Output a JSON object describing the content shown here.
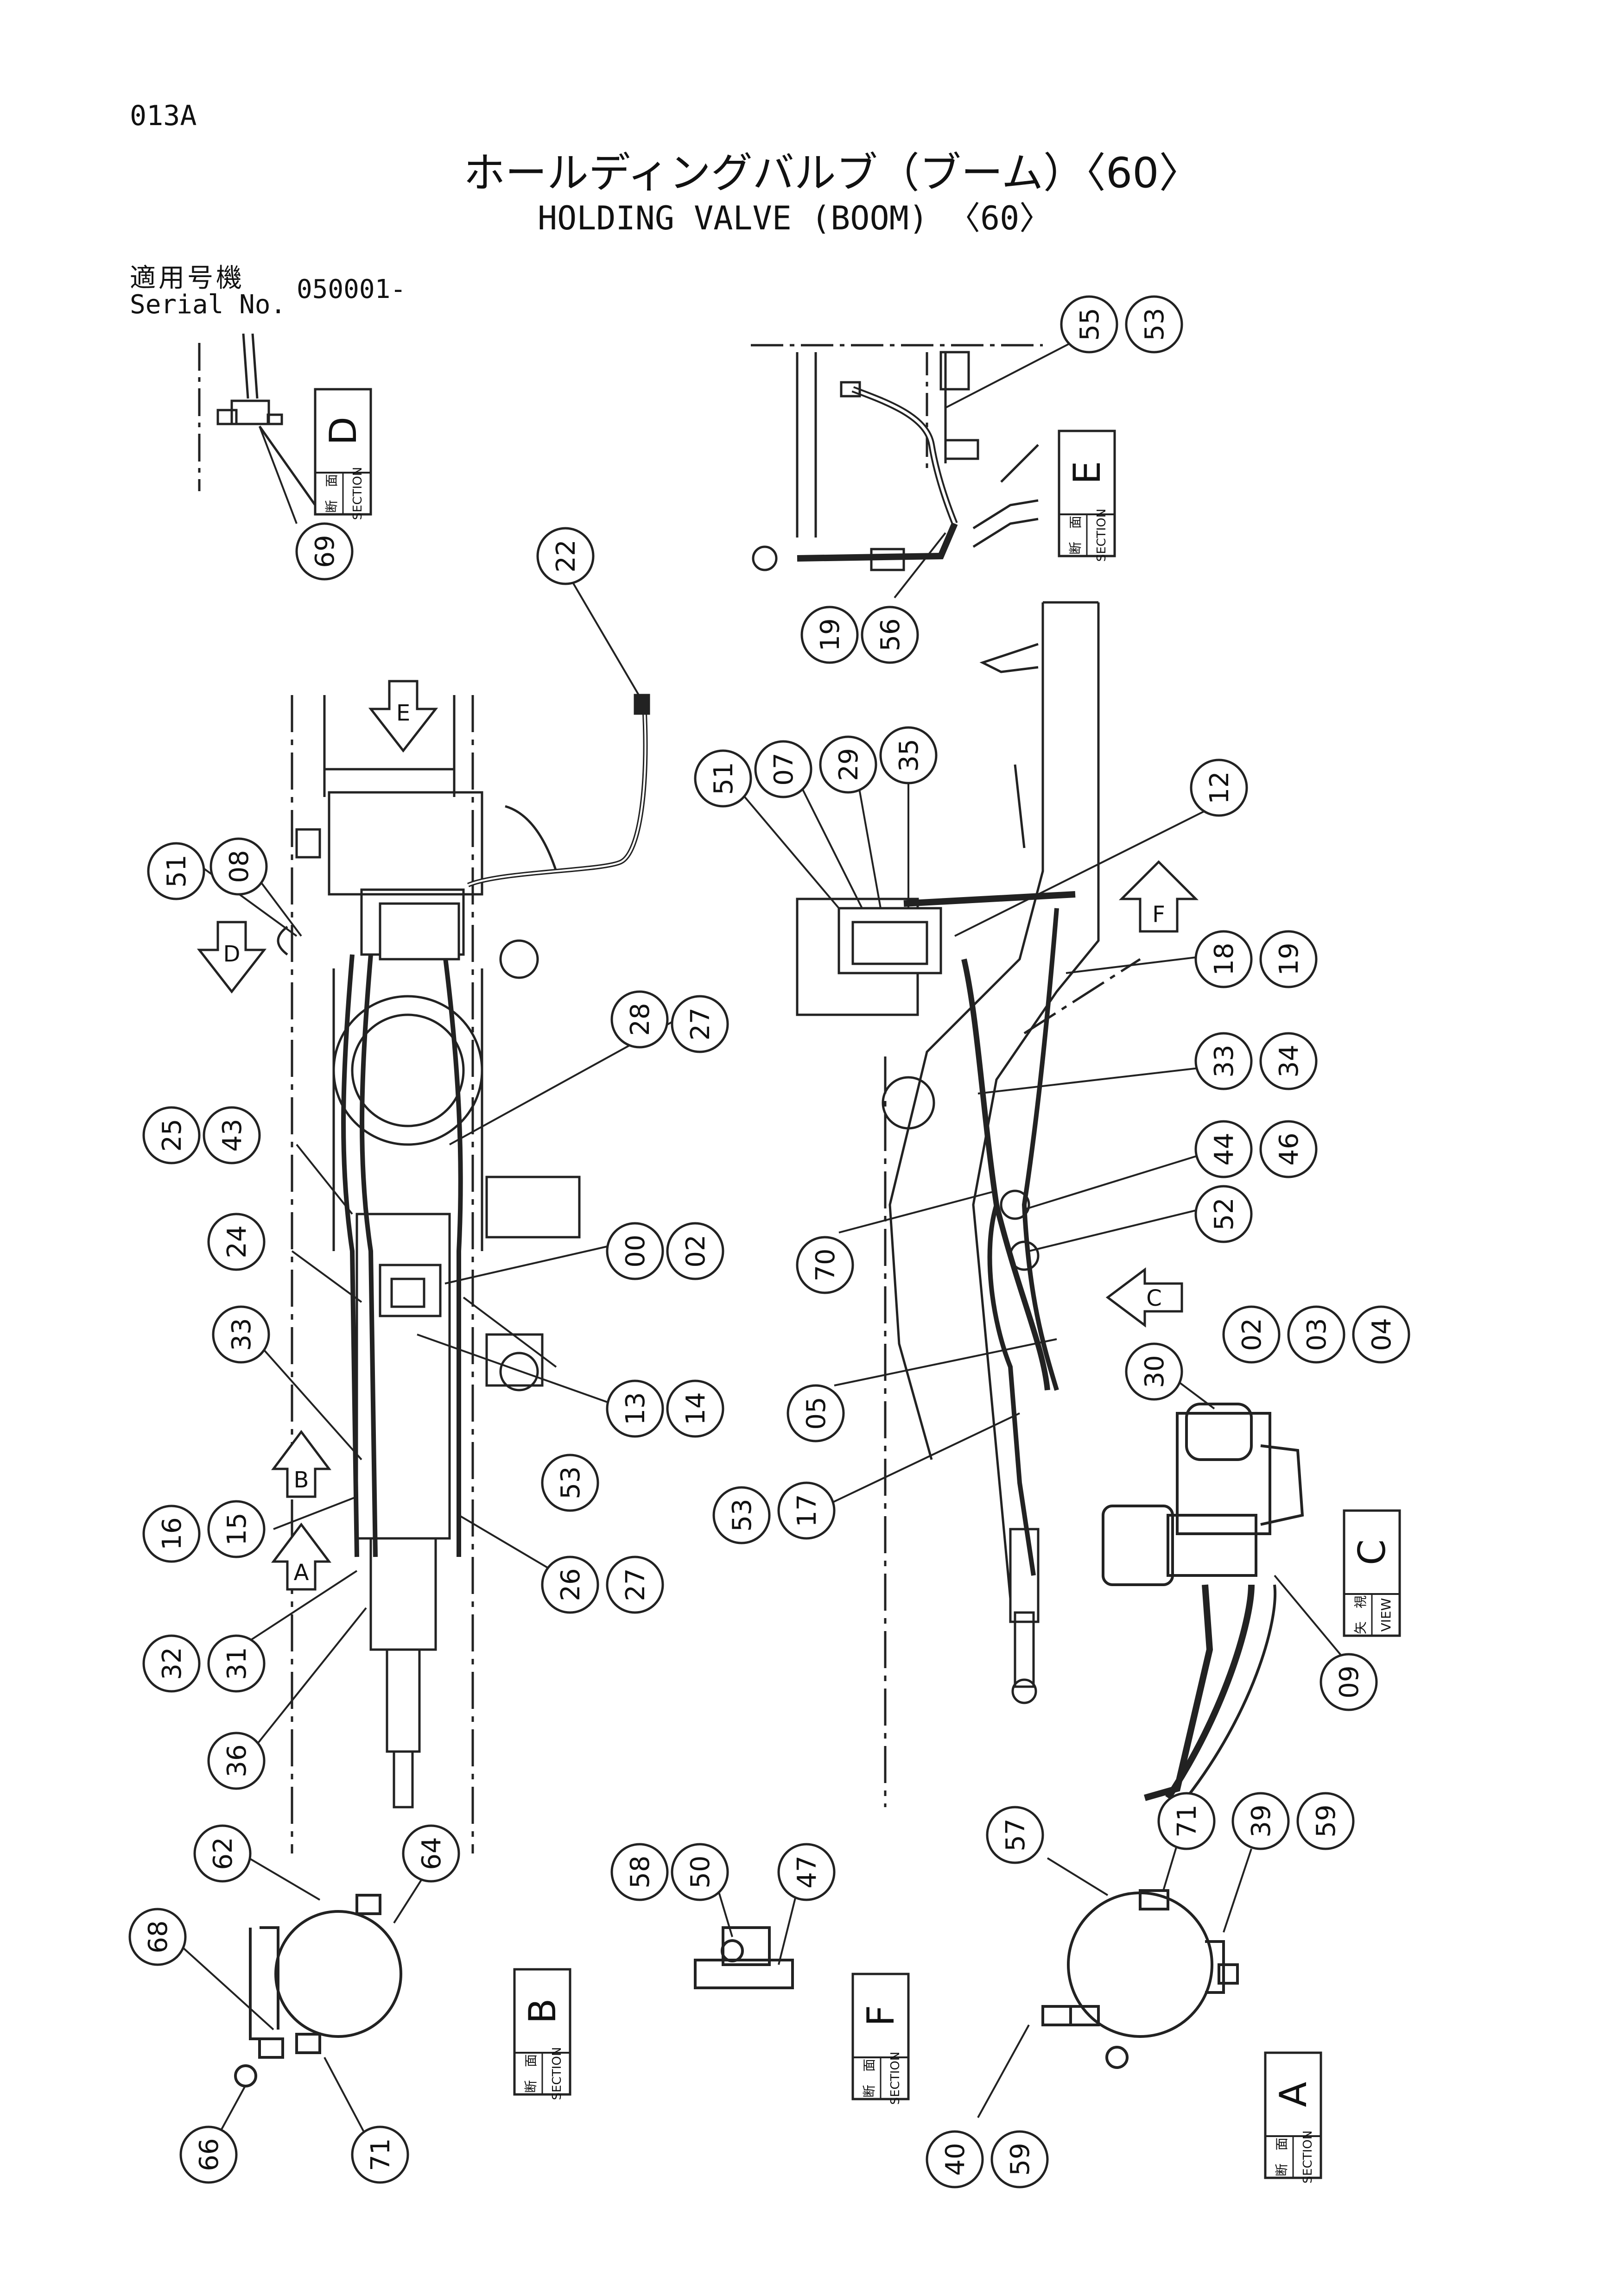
{
  "page_code": "013A",
  "title_jp": "ホールディングバルブ（ブーム）〈60〉",
  "title_en": "HOLDING VALVE (BOOM) 〈60〉",
  "serial_label_jp": "適用号機",
  "serial_label_en": "Serial No.",
  "serial_value": "050001-",
  "section_kanji": "断　面",
  "section_word": "SECTION",
  "view_kanji": "矢　視",
  "view_word": "VIEW",
  "sections": [
    {
      "id": "D",
      "letter": "D",
      "type": "section"
    },
    {
      "id": "E",
      "letter": "E",
      "type": "section"
    },
    {
      "id": "C",
      "letter": "C",
      "type": "view"
    },
    {
      "id": "B",
      "letter": "B",
      "type": "section"
    },
    {
      "id": "F",
      "letter": "F",
      "type": "section"
    },
    {
      "id": "A",
      "letter": "A",
      "type": "section"
    }
  ],
  "arrows": [
    "E",
    "D",
    "F",
    "C",
    "B",
    "A"
  ],
  "callouts": [
    "69",
    "22",
    "55",
    "53",
    "19",
    "56",
    "51",
    "08",
    "51",
    "07",
    "29",
    "35",
    "12",
    "18",
    "19",
    "28",
    "27",
    "33",
    "34",
    "25",
    "43",
    "44",
    "46",
    "52",
    "24",
    "00",
    "02",
    "70",
    "33",
    "13",
    "14",
    "53",
    "05",
    "30",
    "02",
    "03",
    "04",
    "16",
    "15",
    "26",
    "27",
    "53",
    "17",
    "09",
    "32",
    "31",
    "36",
    "62",
    "64",
    "68",
    "66",
    "71",
    "58",
    "50",
    "47",
    "57",
    "71",
    "39",
    "59",
    "40",
    "59"
  ]
}
